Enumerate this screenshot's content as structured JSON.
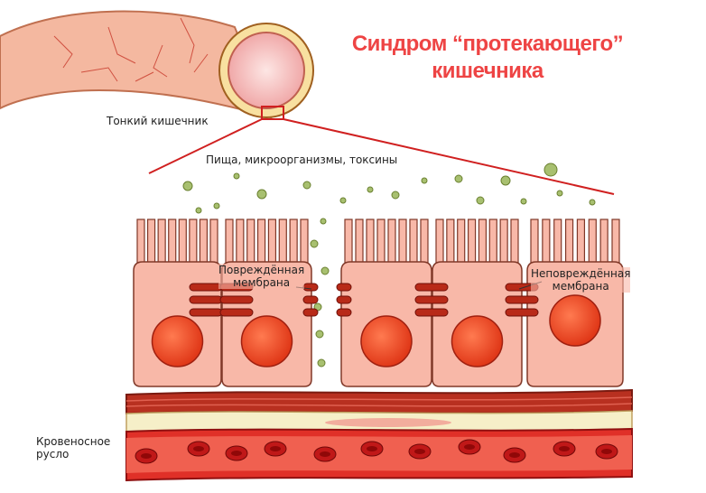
{
  "title": {
    "line1": "Синдром “протекающего”",
    "line2": "кишечника"
  },
  "labels": {
    "small_intestine": "Тонкий кишечник",
    "lumen_contents": "Пища, микроорганизмы, токсины",
    "damaged_membrane": [
      "Повреждённая",
      "мембрана"
    ],
    "intact_membrane": [
      "Неповреждённая",
      "мембрана"
    ],
    "bloodstream": [
      "Кровеносное",
      "русло"
    ]
  },
  "colors": {
    "title": "#ee4444",
    "cell": "#f8b8a8",
    "nucleus": "#f05030",
    "junction": "#b82a18",
    "particle": "#a8c070",
    "vessel": "#d82020"
  }
}
